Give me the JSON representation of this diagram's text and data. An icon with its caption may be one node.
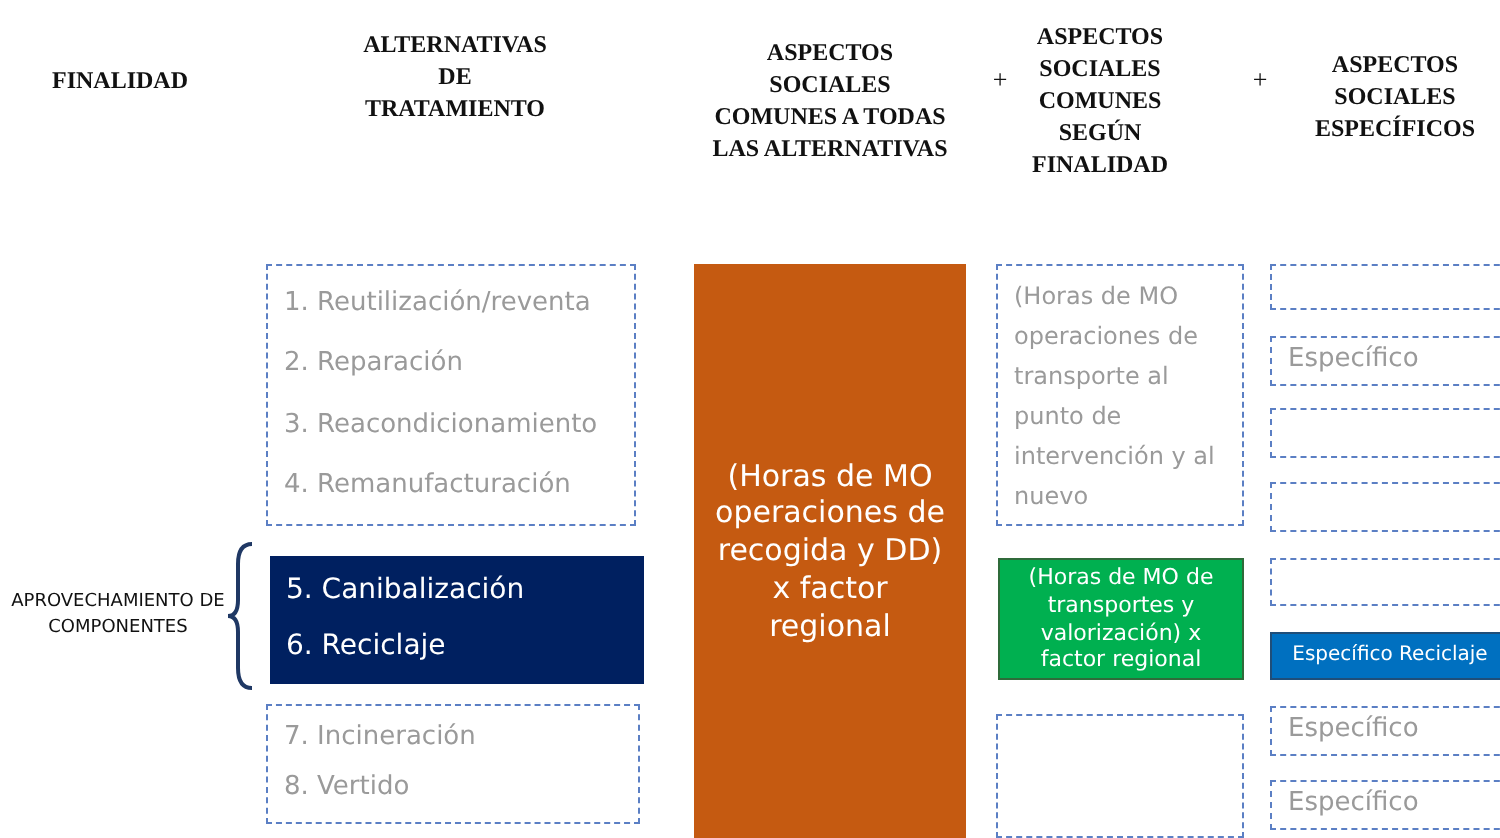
{
  "diagram": {
    "nodes": [
      {
        "text": [
          "1. Reutilización/reventa",
          "2. Reparación",
          "3. Reacondicionamiento",
          "4. Remanufacturación"
        ]
      },
      {
        "text": [
          "5. Canibalización",
          "6. Reciclaje"
        ]
      },
      {
        "text": [
          "7. Incineración",
          "8. Vertido"
        ]
      },
      {
        "text": [
          "(Horas de MO operaciones de recogida y DD) x factor regional"
        ]
      },
      {
        "text": [
          "(Horas de MO operaciones de transporte al punto de intervención y al nuevo"
        ]
      },
      {
        "text": [
          "(Horas de MO de transportes y valorización) x factor regional"
        ]
      },
      {
        "text": [],
        "shape": "box"
      },
      {
        "text": [],
        "shape": "box"
      },
      {
        "text": [
          "Específico"
        ]
      },
      {
        "text": [],
        "shape": "box"
      },
      {
        "text": [],
        "shape": "box"
      },
      {
        "text": [],
        "shape": "box"
      },
      {
        "text": [
          "Específico Reciclaje"
        ]
      },
      {
        "text": [
          "Específico"
        ]
      },
      {
        "text": [
          "Específico"
        ]
      }
    ],
    "edges": [],
    "labels": [
      "FINALIDAD",
      "ALTERNATIVAS DE TRATAMIENTO",
      "ASPECTOS SOCIALES COMUNES A TODAS LAS ALTERNATIVAS",
      "+",
      "ASPECTOS SOCIALES COMUNES SEGÚN FINALIDAD",
      "+",
      "ASPECTOS SOCIALES ESPECÍFICOS",
      "APROVECHAMIENTO DE COMPONENTES"
    ]
  }
}
